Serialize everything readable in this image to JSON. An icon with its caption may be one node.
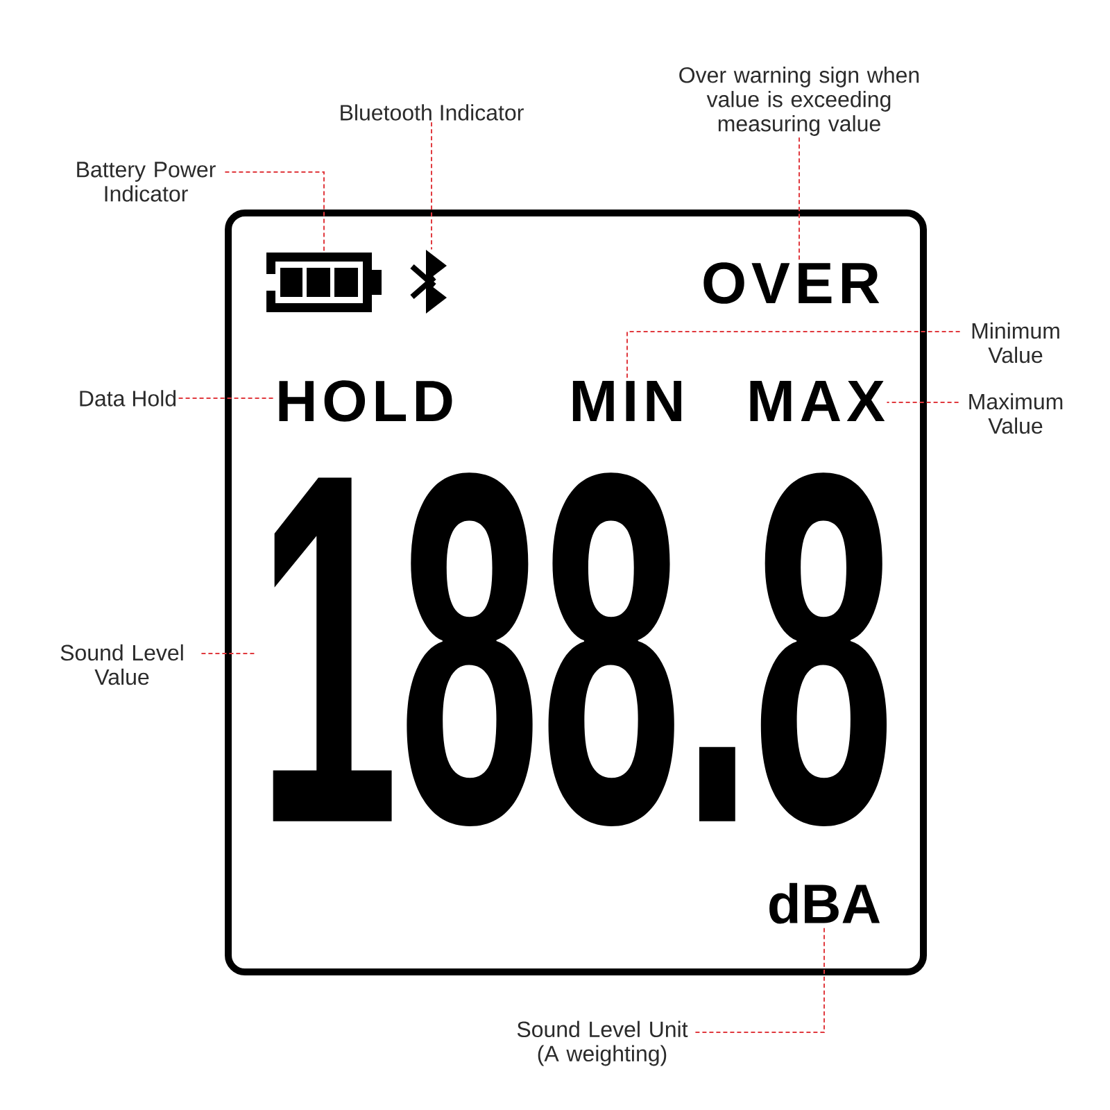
{
  "diagram": {
    "nodes": [
      {
        "text": [
          "Over warning sign when value is exceeding measuring value"
        ]
      },
      {
        "text": [
          "Bluetooth Indicator"
        ]
      },
      {
        "text": [
          "Battery Power Indicator"
        ]
      },
      {
        "text": [],
        "shape": "box"
      },
      {
        "text": [],
        "shape": "picture",
        "in": 3
      },
      {
        "text": [],
        "shape": "picture",
        "in": 3
      },
      {
        "text": [
          "OVER"
        ],
        "in": 3
      },
      {
        "text": [
          "Minimum Value"
        ]
      },
      {
        "text": [
          "Data Hold"
        ]
      },
      {
        "text": [
          "HOLD"
        ],
        "in": 3
      },
      {
        "text": [
          "MIN"
        ],
        "in": 3
      },
      {
        "text": [
          "MAX"
        ],
        "in": 3
      },
      {
        "text": [
          "Maximum Value"
        ]
      },
      {
        "text": [
          "Sound Level Value"
        ]
      },
      {
        "text": [
          "188.8"
        ],
        "in": 3
      },
      {
        "text": [
          "dBA"
        ],
        "in": 3
      },
      {
        "text": [
          "Sound Level Unit (A weighting)"
        ]
      }
    ],
    "edges": [
      {
        "from": 2,
        "to": 4,
        "arrow": "none",
        "style": "dashed"
      },
      {
        "from": 1,
        "to": 5,
        "arrow": "none",
        "style": "dashed"
      },
      {
        "from": 0,
        "to": 6,
        "arrow": "none",
        "style": "dashed"
      },
      {
        "from": 7,
        "to": 10,
        "arrow": "none",
        "style": "dashed"
      },
      {
        "from": 8,
        "to": 9,
        "arrow": "none",
        "style": "dashed"
      },
      {
        "from": 12,
        "to": 11,
        "arrow": "none",
        "style": "dashed"
      },
      {
        "from": 13,
        "to": 14,
        "arrow": "none",
        "style": "dashed"
      },
      {
        "from": 16,
        "to": 15,
        "arrow": "none",
        "style": "dashed"
      }
    ]
  }
}
